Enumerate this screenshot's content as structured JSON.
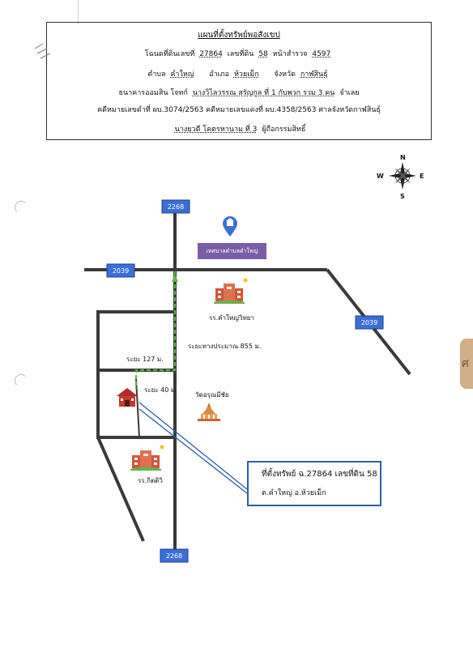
{
  "header": {
    "title": "แผนที่ตั้งทรัพย์พอสังเขป",
    "line2": {
      "deed_label": "โฉนดที่ดินเลขที่",
      "deed_no": "27864",
      "land_no_label": "เลขที่ดิน",
      "land_no": "58",
      "survey_label": "หน้าสำรวจ",
      "survey_no": "4597"
    },
    "line3": {
      "subdistrict_label": "ตำบล",
      "subdistrict": "คำใหญ่",
      "district_label": "อำเภอ",
      "district": "ห้วยเม็ก",
      "province_label": "จังหวัด",
      "province": "กาฬสินธุ์"
    },
    "line4": {
      "plaintiff": "ธนาคารออมสิน โจทก์",
      "defendant": "นางวิไลวรรณ สุรัญกูล ที่ 1 กับพวก รวม 3 คน",
      "defendant_suffix": "จำเลย"
    },
    "line5": "คดีหมายเลขดำที่ ผบ.3074/2563 คดีหมายเลขแดงที่ ผบ.4358/2563 ศาลจังหวัดกาฬสินธุ์",
    "line6": {
      "owner": "นางยุวดี โคตรหานาม ที่ 3",
      "owner_suffix": "ผู้ถือกรรมสิทธิ์"
    }
  },
  "compass": {
    "n": "N",
    "s": "S",
    "e": "E",
    "w": "W"
  },
  "map": {
    "route_2268_top": "2268",
    "route_2268_bottom": "2268",
    "route_2039_west": "2039",
    "route_2039_east": "2039",
    "municipality": "เทศบาลตำบลคำใหญ่",
    "school_north": "รร.คำใหญ่วิทยา",
    "distance_total": "ระยะทางประมาณ 855 ม.",
    "distance_127": "ระยะ 127 ม.",
    "distance_40": "ระยะ 40 ม.",
    "temple": "วัดอรุณมีชัย",
    "school_south": "รร.กิตติวิ"
  },
  "property_box": {
    "line1": "ที่ตั้งทรัพย์ ฉ.27864  เลขที่ดิน 58",
    "line2": "ต.คำใหญ่ อ.ห้วยเม็ก"
  },
  "edge_note": "ศ",
  "colors": {
    "road": "#3a3a3a",
    "route_badge": "#3b6fd8",
    "route_path": "#5fb648",
    "pointer_line": "#2c5ea8",
    "house": "#b22a2a",
    "muni_box": "#7b5ea7"
  },
  "icons": [
    "map-pin-icon",
    "school-icon",
    "house-icon",
    "temple-icon",
    "compass-rose-icon"
  ]
}
